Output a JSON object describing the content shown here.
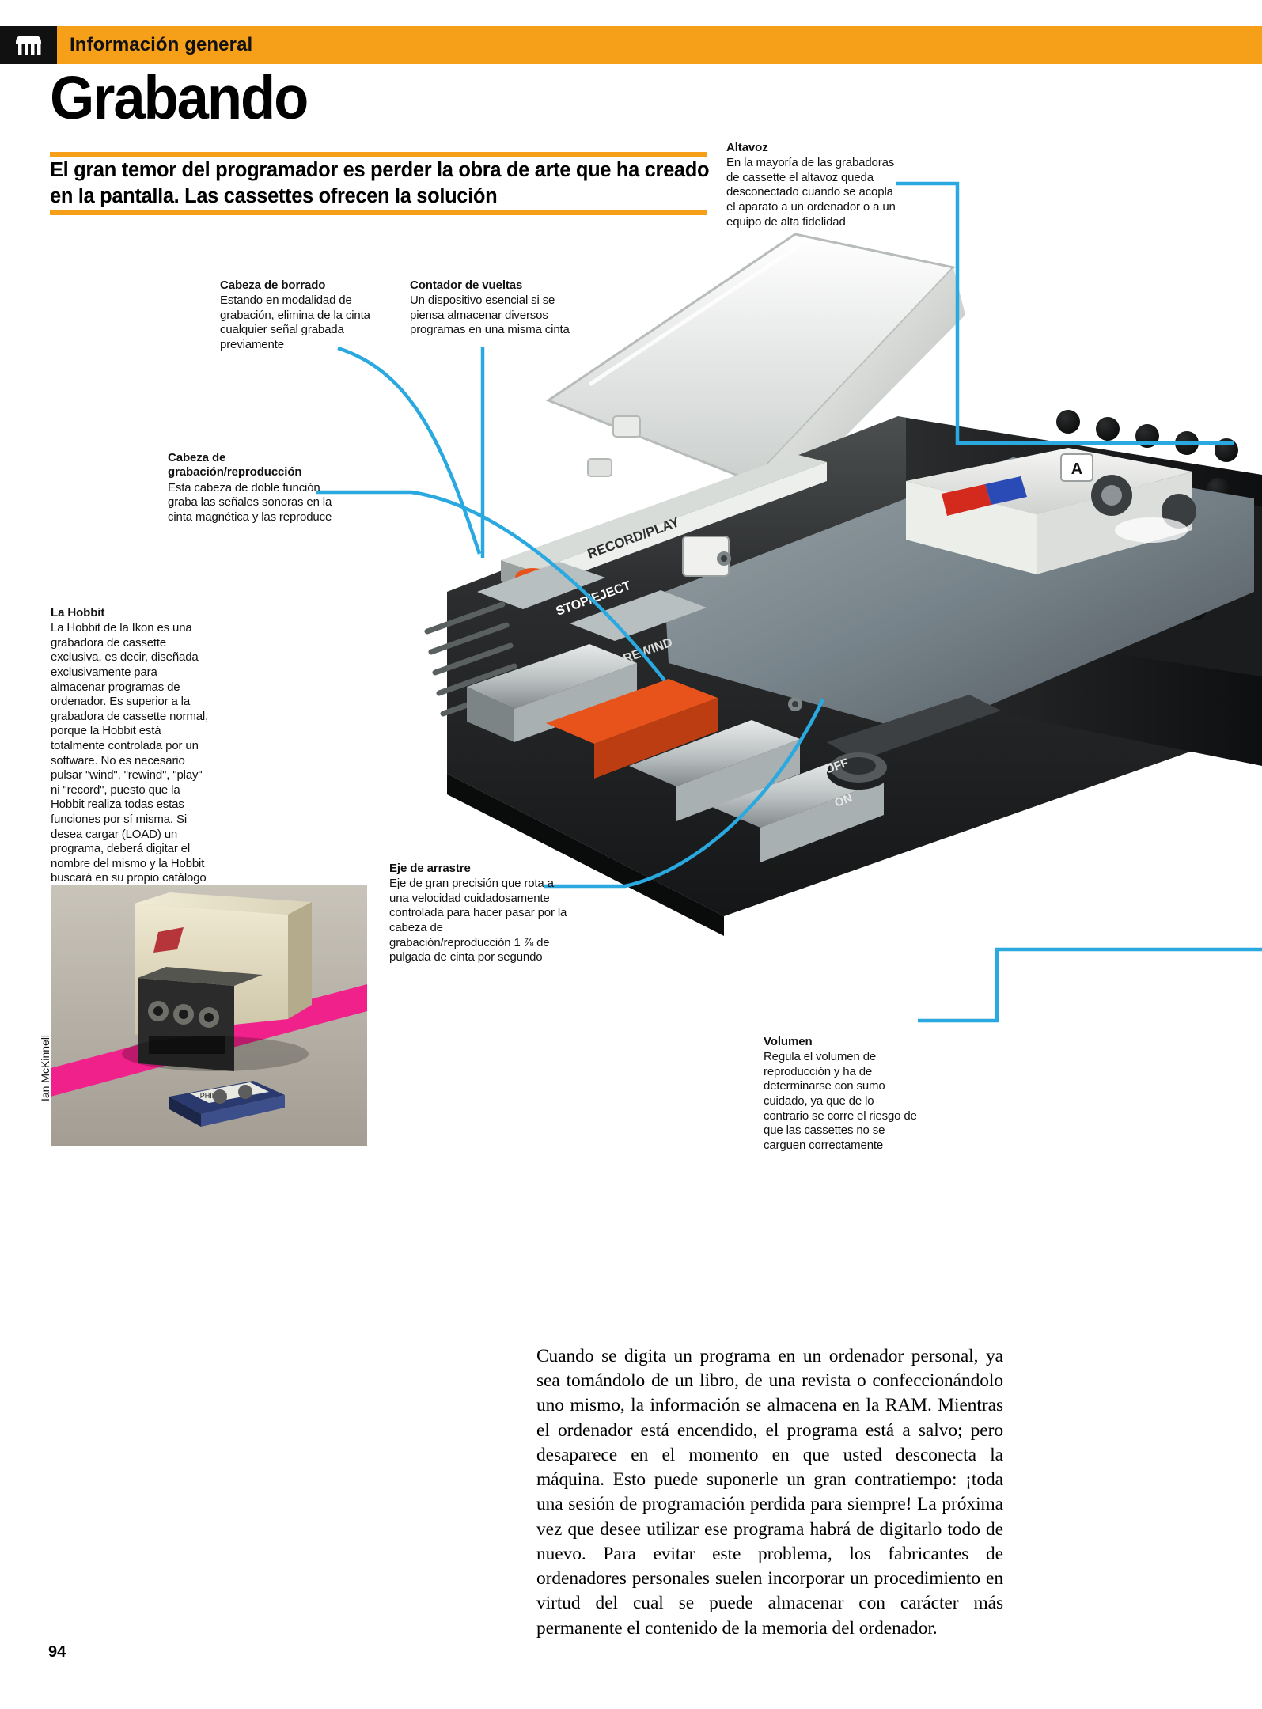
{
  "header": {
    "section_label": "Información general",
    "icon": "chip-comb-icon",
    "bar_color": "#F6A01A",
    "icon_bg": "#111111"
  },
  "title": "Grabando",
  "deck": "El gran temor del programador es perder la obra de arte que ha creado en la pantalla. Las cassettes ofrecen la solución",
  "notes": {
    "altavoz": {
      "heading": "Altavoz",
      "body": "En la mayoría de las grabadoras de cassette el altavoz queda desconectado cuando se acopla el aparato a un ordenador o a un equipo de alta fidelidad"
    },
    "borrado": {
      "heading": "Cabeza de borrado",
      "body": "Estando en modalidad de grabación, elimina de la cinta cualquier señal grabada previamente"
    },
    "contador": {
      "heading": "Contador de vueltas",
      "body": "Un dispositivo esencial si se piensa almacenar diversos programas en una misma cinta"
    },
    "cabeza_grabacion": {
      "heading": "Cabeza de grabación/reproducción",
      "body": "Esta cabeza de doble función graba las señales sonoras en la cinta magnética y las reproduce"
    },
    "hobbit": {
      "heading": "La Hobbit",
      "body": "La Hobbit de la Ikon es una grabadora de cassette exclusiva, es decir, diseñada exclusivamente para almacenar programas de ordenador. Es superior a la grabadora de cassette normal, porque la Hobbit está totalmente controlada por un software. No es necesario pulsar \"wind\", \"rewind\", \"play\" ni \"record\", puesto que la Hobbit realiza todas estas funciones por sí misma. Si desea cargar (LOAD) un programa, deberá digitar el nombre del mismo y la Hobbit buscará en su propio catálogo hasta localizarlo. Luego rastrea la cinta hasta colocarla en la posición correcta"
    },
    "eje": {
      "heading": "Eje de arrastre",
      "body": "Eje de gran precisión que rota a una velocidad cuidadosamente controlada para hacer pasar por la cabeza de grabación/reproducción 1 ⅞ de pulgada de cinta por segundo"
    },
    "volumen": {
      "heading": "Volumen",
      "body": "Regula el volumen de reproducción y ha de determinarse con sumo cuidado, ya que de lo contrario se corre el riesgo de que las cassettes no se carguen correctamente"
    }
  },
  "body_text": "Cuando se digita un programa en un ordenador personal, ya sea tomándolo de un libro, de una revista o confeccionándolo uno mismo, la información se almacena en la RAM. Mientras el ordenador está encendido, el programa está a salvo; pero desaparece en el momento en que usted desconecta la máquina. Esto puede suponerle un gran contratiempo: ¡toda una sesión de programación perdida para siempre! La próxima vez que desee utilizar ese programa habrá de digitarlo todo de nuevo. Para evitar este problema, los fabricantes de ordenadores personales suelen incorporar un procedimiento en virtud del cual se puede almacenar con carácter más permanente el contenido de la memoria del ordenador.",
  "photo_credit": "Ian McKinnell",
  "page_number": "94",
  "photo_labels": {
    "record_play": "RECORD/PLAY",
    "stop_eject": "STOP/EJECT",
    "rewind": "REWIND",
    "off": "OFF",
    "on": "ON",
    "side": "A",
    "cassette_brand": "PHILIPS"
  },
  "colors": {
    "accent_orange": "#F6A01A",
    "leader_blue": "#2AA8E0",
    "magenta_stripe": "#F0218A",
    "body_black": "#111111"
  }
}
